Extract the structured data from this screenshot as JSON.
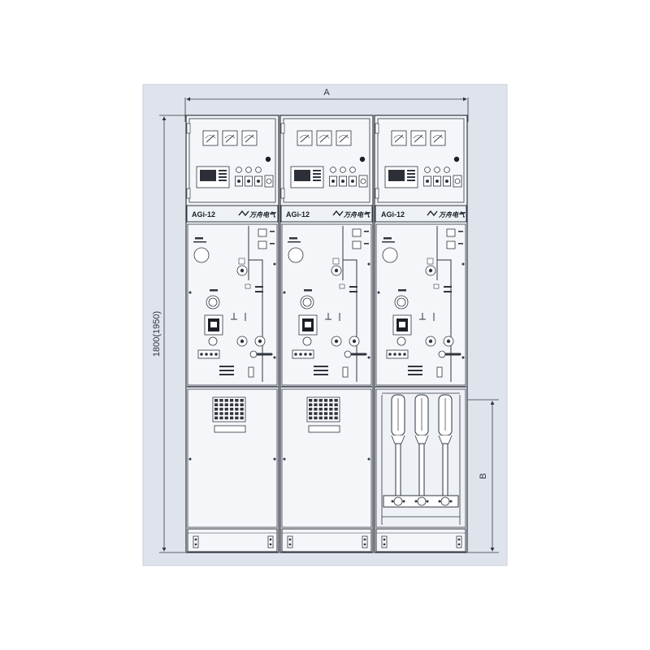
{
  "dimensions": {
    "width_label": "A",
    "height_label": "1800(1950)",
    "cable_compartment_label": "B"
  },
  "cabinets": [
    {
      "model": "AGi-12",
      "brand": "万舟电气",
      "lower": "vented-door"
    },
    {
      "model": "AGi-12",
      "brand": "万舟电气",
      "lower": "vented-door"
    },
    {
      "model": "AGi-12",
      "brand": "万舟电气",
      "lower": "open-cable"
    }
  ],
  "colors": {
    "background_frame": "#dfe4ec",
    "cabinet_fill": "#f4f6f9",
    "line": "#2f3540",
    "accent": "#1a1f28"
  }
}
